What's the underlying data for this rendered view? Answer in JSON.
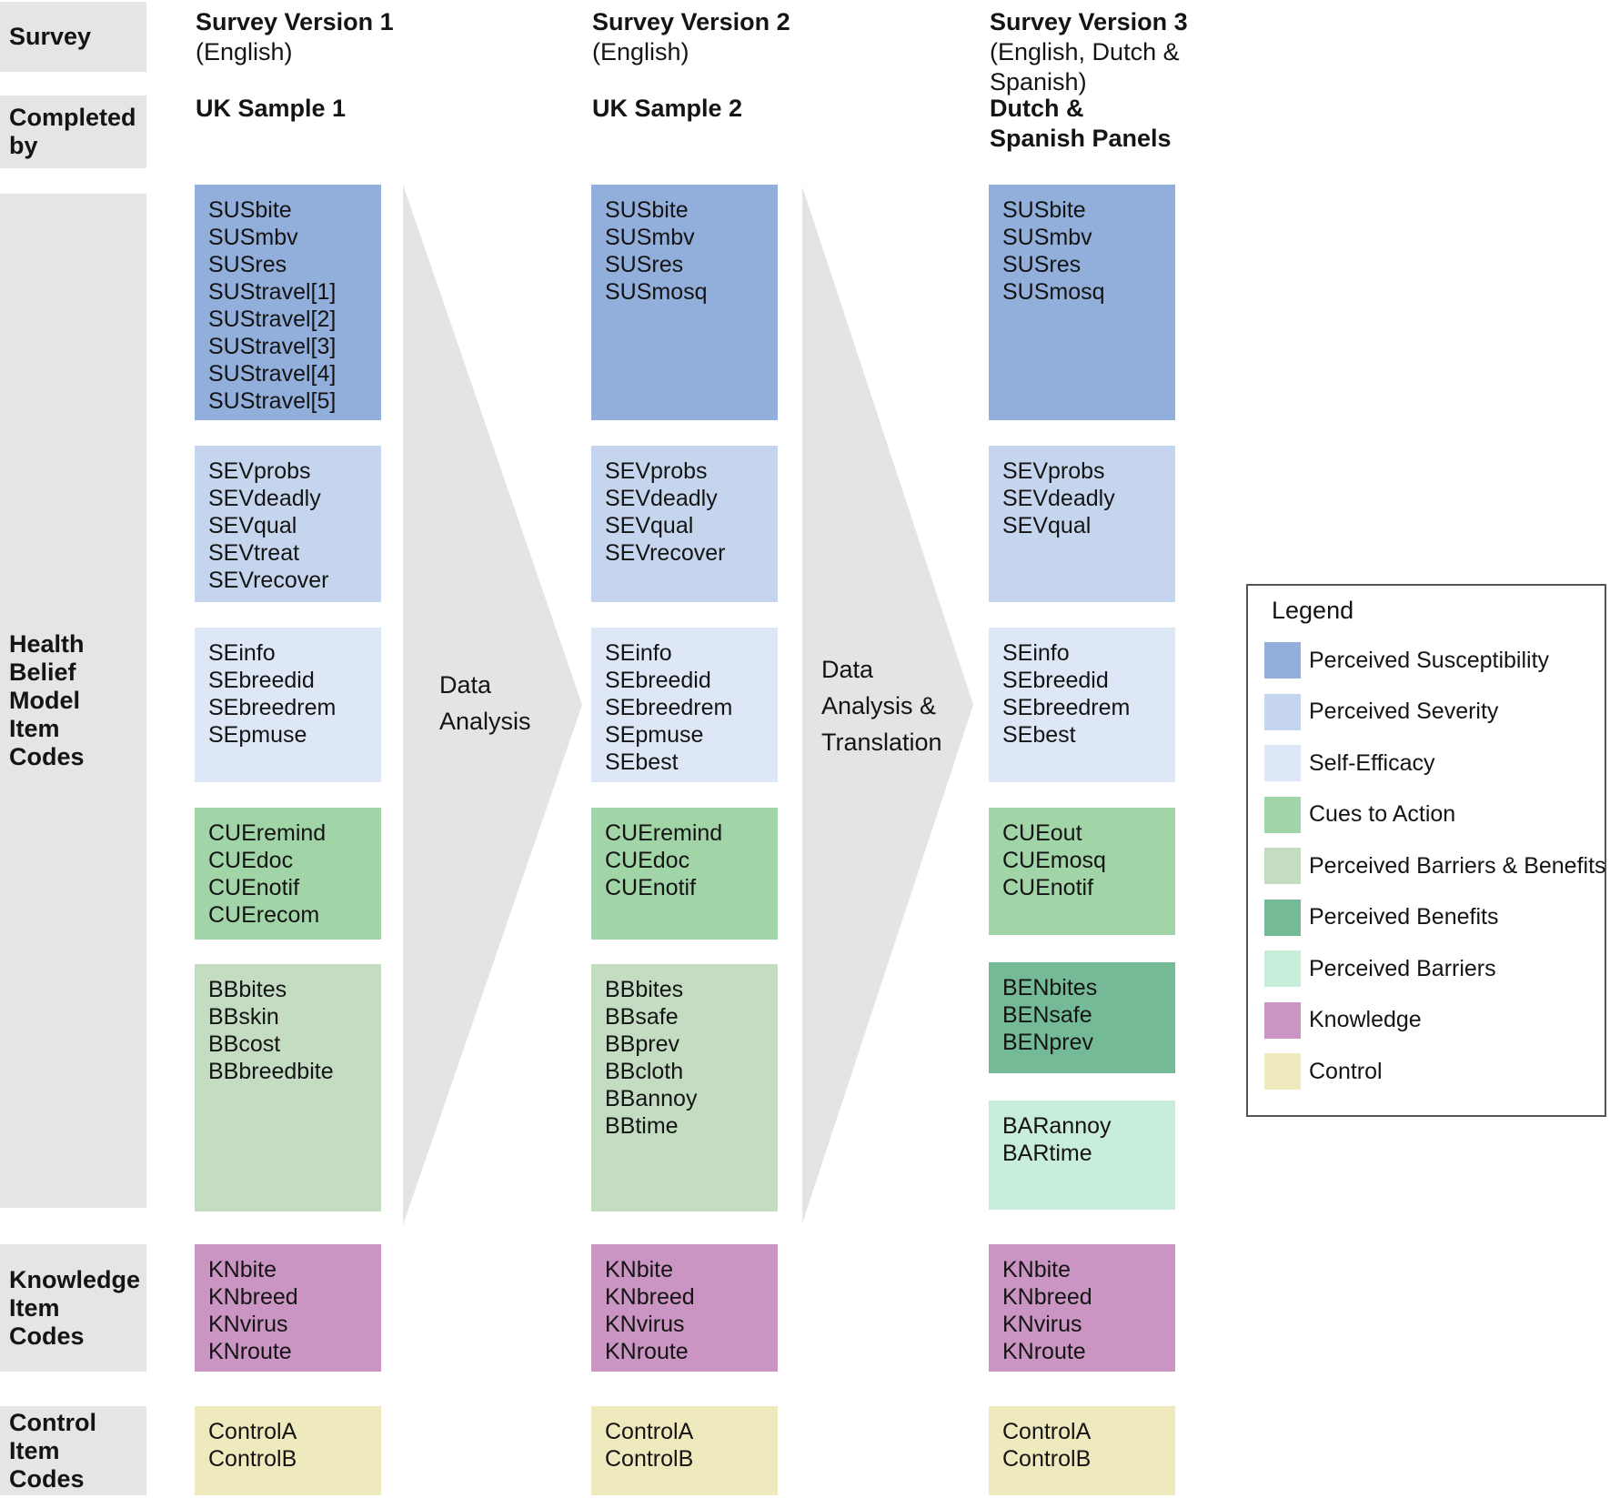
{
  "sidebar": {
    "survey": "Survey",
    "completed_by": "Completed\nby",
    "hbm": "Health\nBelief\nModel\nItem\nCodes",
    "knowledge": "Knowledge\nItem\nCodes",
    "control": "Control\nItem\nCodes"
  },
  "colors": {
    "susceptibility": "#92aedb",
    "severity": "#c5d5ed",
    "self_efficacy": "#dde7f6",
    "cues": "#a1d4a6",
    "barriers_benefits": "#c3dcc2",
    "benefits": "#75ba97",
    "barriers": "#c9eddb",
    "knowledge": "#cb95c3",
    "control": "#efeabe",
    "sidebar_bg": "#e5e5e5",
    "arrow_bg": "#e3e4e6"
  },
  "columns": [
    {
      "title": "Survey Version 1",
      "subtitle": "(English)",
      "completed_by": "UK Sample 1",
      "sus": [
        "SUSbite",
        "SUSmbv",
        "SUSres",
        "SUStravel[1]",
        "SUStravel[2]",
        "SUStravel[3]",
        "SUStravel[4]",
        "SUStravel[5]"
      ],
      "sev": [
        "SEVprobs",
        "SEVdeadly",
        "SEVqual",
        "SEVtreat",
        "SEVrecover"
      ],
      "se": [
        "SEinfo",
        "SEbreedid",
        "SEbreedrem",
        "SEpmuse"
      ],
      "cue": [
        "CUEremind",
        "CUEdoc",
        "CUEnotif",
        "CUErecom"
      ],
      "bb": [
        "BBbites",
        "BBskin",
        "BBcost",
        "BBbreedbite"
      ],
      "kn": [
        "KNbite",
        "KNbreed",
        "KNvirus",
        "KNroute"
      ],
      "control": [
        "ControlA",
        "ControlB"
      ]
    },
    {
      "title": "Survey Version 2",
      "subtitle": "(English)",
      "completed_by": "UK Sample 2",
      "sus": [
        "SUSbite",
        "SUSmbv",
        "SUSres",
        "SUSmosq"
      ],
      "sev": [
        "SEVprobs",
        "SEVdeadly",
        "SEVqual",
        "SEVrecover"
      ],
      "se": [
        "SEinfo",
        "SEbreedid",
        "SEbreedrem",
        "SEpmuse",
        "SEbest"
      ],
      "cue": [
        "CUEremind",
        "CUEdoc",
        "CUEnotif"
      ],
      "bb": [
        "BBbites",
        "BBsafe",
        "BBprev",
        "BBcloth",
        "BBannoy",
        "BBtime"
      ],
      "kn": [
        "KNbite",
        "KNbreed",
        "KNvirus",
        "KNroute"
      ],
      "control": [
        "ControlA",
        "ControlB"
      ]
    },
    {
      "title": "Survey Version 3",
      "subtitle": "(English, Dutch &\nSpanish)",
      "completed_by": "Dutch &\nSpanish Panels",
      "sus": [
        "SUSbite",
        "SUSmbv",
        "SUSres",
        "SUSmosq"
      ],
      "sev": [
        "SEVprobs",
        "SEVdeadly",
        "SEVqual"
      ],
      "se": [
        "SEinfo",
        "SEbreedid",
        "SEbreedrem",
        "SEbest"
      ],
      "cue": [
        "CUEout",
        "CUEmosq",
        "CUEnotif"
      ],
      "ben": [
        "BENbites",
        "BENsafe",
        "BENprev"
      ],
      "bar": [
        "BARannoy",
        "BARtime"
      ],
      "kn": [
        "KNbite",
        "KNbreed",
        "KNvirus",
        "KNroute"
      ],
      "control": [
        "ControlA",
        "ControlB"
      ]
    }
  ],
  "arrows": [
    {
      "label": "Data\nAnalysis"
    },
    {
      "label": "Data\nAnalysis &\nTranslation"
    }
  ],
  "legend": {
    "title": "Legend",
    "items": [
      {
        "label": "Perceived Susceptibility",
        "color": "#92aedb"
      },
      {
        "label": "Perceived Severity",
        "color": "#c5d5ed"
      },
      {
        "label": "Self-Efficacy",
        "color": "#dde7f6"
      },
      {
        "label": "Cues to Action",
        "color": "#a1d4a6"
      },
      {
        "label": "Perceived Barriers & Benefits",
        "color": "#c3dcc2"
      },
      {
        "label": "Perceived Benefits",
        "color": "#75ba97"
      },
      {
        "label": "Perceived Barriers",
        "color": "#c9eddb"
      },
      {
        "label": "Knowledge",
        "color": "#cb95c3"
      },
      {
        "label": "Control",
        "color": "#efeabe"
      }
    ]
  }
}
